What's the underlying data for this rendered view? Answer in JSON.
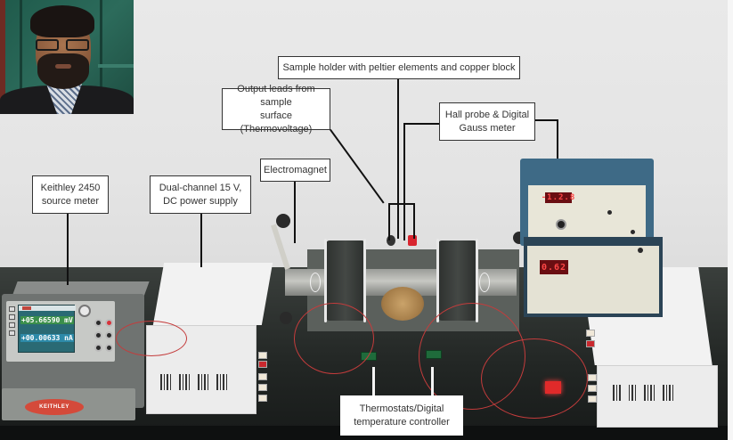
{
  "figure": {
    "description": "Annotated photograph of a thermoelectric / Hall-measurement lab setup with an inset portrait",
    "portrait": {
      "subject": "bearded man with glasses",
      "background_color": "#2c6b5b"
    },
    "callouts": [
      {
        "id": "sample-holder",
        "text": "Sample holder with peltier elements and copper block"
      },
      {
        "id": "output-leads",
        "text": "Output leads from sample\nsurface (Thermovoltage)"
      },
      {
        "id": "hall-probe",
        "text": "Hall probe & Digital\nGauss meter"
      },
      {
        "id": "keithley",
        "text": "Keithley 2450\nsource meter"
      },
      {
        "id": "power-supply",
        "text": "Dual-channel 15 V,\nDC power supply"
      },
      {
        "id": "electromagnet",
        "text": "Electromagnet"
      },
      {
        "id": "thermostats",
        "text": "Thermostats/Digital\ntemperature controller"
      }
    ],
    "instruments": {
      "keithley": {
        "voltage_reading": "+05.66590 mV",
        "current_reading": "+00.00633 nA",
        "brand": "KEITHLEY"
      },
      "gauss_meter": {
        "display": "-1.2.8"
      },
      "current_source": {
        "display": "0.62"
      }
    }
  }
}
